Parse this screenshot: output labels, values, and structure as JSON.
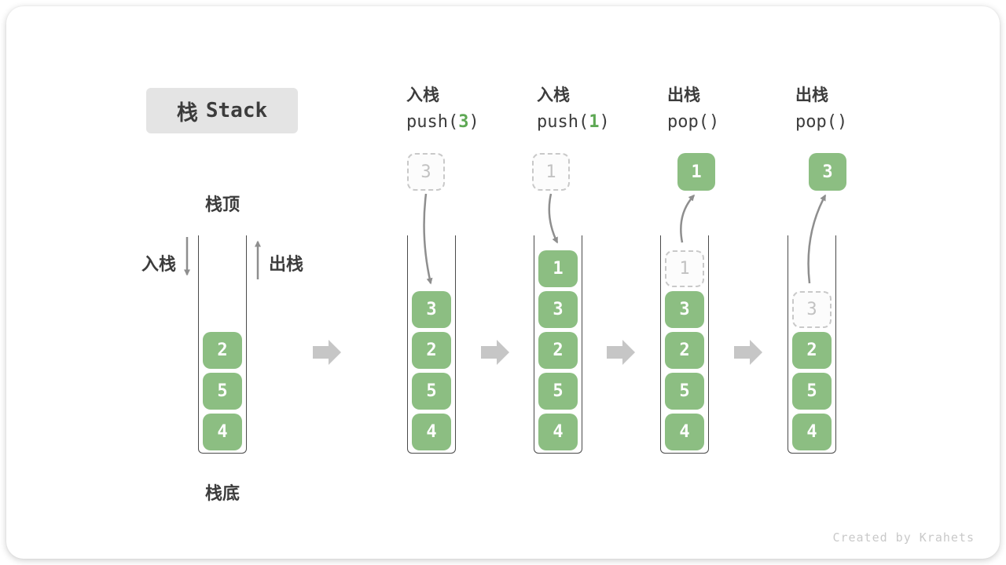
{
  "title": {
    "zh": "栈",
    "en": "Stack"
  },
  "stack_labels": {
    "top": "栈顶",
    "bottom": "栈底",
    "push_side": "入栈",
    "pop_side": "出栈"
  },
  "watermark": "Created by Krahets",
  "colors": {
    "block_green": "#8cbe82",
    "code_arg_green": "#5ea854",
    "text_dark": "#3c3c3c",
    "ghost_text": "#c2c2c2",
    "wall": "#4a4a4a",
    "curve_arrow": "#8e8e8e",
    "flow_arrow": "#c6c6c6",
    "title_bg": "#e4e4e4",
    "watermark_gray": "#c9c9c9"
  },
  "initial_stack": [
    "2",
    "5",
    "4"
  ],
  "operations": [
    {
      "action": "入栈",
      "code": {
        "pre": "push(",
        "arg": "3",
        "post": ")"
      },
      "floating_box": {
        "value": "3",
        "style": "dashed"
      },
      "arrow": "push",
      "stack": [
        {
          "value": "3"
        },
        {
          "value": "2"
        },
        {
          "value": "5"
        },
        {
          "value": "4"
        }
      ]
    },
    {
      "action": "入栈",
      "code": {
        "pre": "push(",
        "arg": "1",
        "post": ")"
      },
      "floating_box": {
        "value": "1",
        "style": "dashed"
      },
      "arrow": "push",
      "stack": [
        {
          "value": "1"
        },
        {
          "value": "3"
        },
        {
          "value": "2"
        },
        {
          "value": "5"
        },
        {
          "value": "4"
        }
      ]
    },
    {
      "action": "出栈",
      "code": {
        "pre": "pop(",
        "arg": "",
        "post": ")"
      },
      "floating_box": {
        "value": "1",
        "style": "solid"
      },
      "arrow": "pop",
      "stack": [
        {
          "value": "1",
          "ghost": true
        },
        {
          "value": "3"
        },
        {
          "value": "2"
        },
        {
          "value": "5"
        },
        {
          "value": "4"
        }
      ]
    },
    {
      "action": "出栈",
      "code": {
        "pre": "pop(",
        "arg": "",
        "post": ")"
      },
      "floating_box": {
        "value": "3",
        "style": "solid"
      },
      "arrow": "pop",
      "stack": [
        {
          "value": "3",
          "ghost": true
        },
        {
          "value": "2"
        },
        {
          "value": "5"
        },
        {
          "value": "4"
        }
      ]
    }
  ]
}
